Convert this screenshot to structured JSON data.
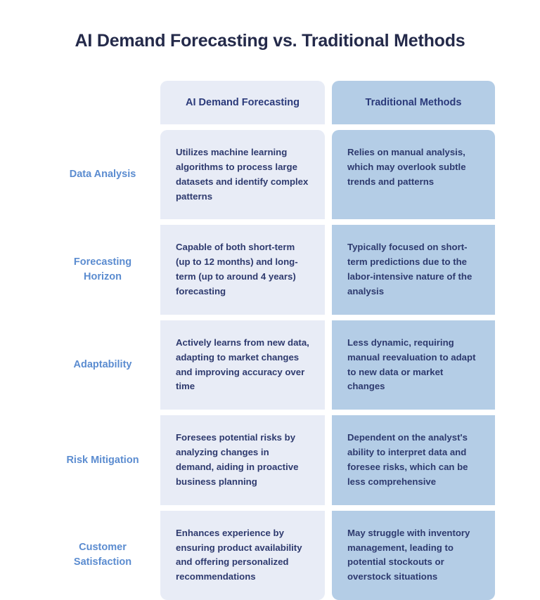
{
  "title": "AI Demand Forecasting vs. Traditional Methods",
  "colors": {
    "title": "#242a4a",
    "cell_text": "#2e3a6e",
    "row_label": "#5b8cd0",
    "header_text": "#2b3a7a",
    "column_a_bg": "#e8ecf6",
    "column_b_bg": "#b4cde6",
    "page_bg": "#ffffff"
  },
  "headers": {
    "row_label_header": "",
    "column_a": "AI Demand Forecasting",
    "column_b": "Traditional Methods"
  },
  "rows": [
    {
      "label": "Data Analysis",
      "column_a": "Utilizes machine learning algorithms to process large datasets and identify complex patterns",
      "column_b": "Relies on manual analysis, which may overlook subtle trends and patterns"
    },
    {
      "label": "Forecasting Horizon",
      "column_a": "Capable of both short-term (up to 12 months) and long-term (up to around 4 years) forecasting",
      "column_b": "Typically focused on short-term predictions due to the labor-intensive nature of the analysis"
    },
    {
      "label": "Adaptability",
      "column_a": "Actively learns from new data, adapting to market changes and improving accuracy over time",
      "column_b": "Less dynamic, requiring manual reevaluation to adapt to new data or market changes"
    },
    {
      "label": "Risk Mitigation",
      "column_a": "Foresees potential risks by analyzing changes in demand, aiding in proactive business planning",
      "column_b": "Dependent on the analyst's ability to interpret data and foresee risks, which can be less comprehensive"
    },
    {
      "label": "Customer Satisfaction",
      "column_a": "Enhances experience by ensuring product availability and offering personalized recommendations",
      "column_b": "May struggle with inventory management, leading to potential stockouts or overstock situations"
    }
  ]
}
